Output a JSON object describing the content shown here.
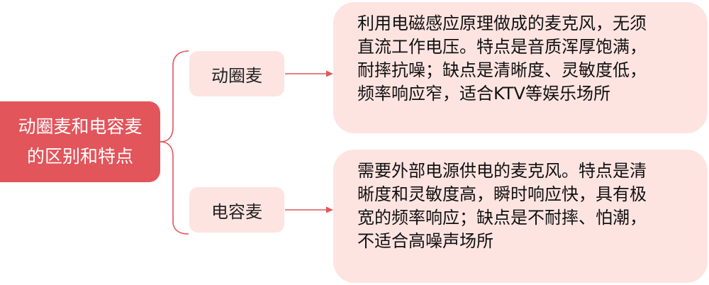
{
  "colors": {
    "root_fill": "#e2555b",
    "node_fill": "#fde4e1",
    "connector": "#e2555b"
  },
  "root": {
    "line1": "动圈麦和电容麦",
    "line2": "的区别和特点"
  },
  "branches": [
    {
      "label": "动圈麦",
      "description": [
        "利用电磁感应原理做成的麦克风，无须",
        "直流工作电压。特点是音质浑厚饱满，",
        "耐摔抗噪；缺点是清晰度、灵敏度低，",
        "频率响应窄，适合KTV等娱乐场所"
      ]
    },
    {
      "label": "电容麦",
      "description": [
        "需要外部电源供电的麦克风。特点是清",
        "晰度和灵敏度高，瞬时响应快，具有极",
        "宽的频率响应；缺点是不耐摔、怕潮，",
        "不适合高噪声场所"
      ]
    }
  ]
}
